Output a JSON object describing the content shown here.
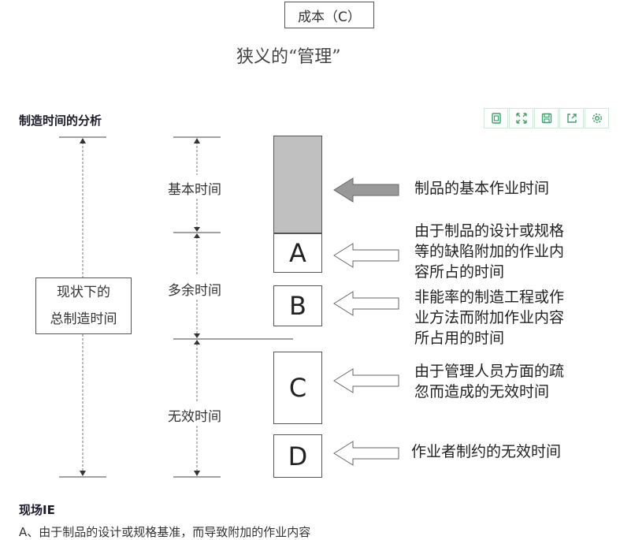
{
  "header": {
    "cost_label": "成本（C）",
    "subtitle": "狭义的“管理”"
  },
  "section": {
    "title": "制造时间的分析"
  },
  "toolbar": {
    "icons": [
      "copy-icon",
      "fullscreen-icon",
      "save-icon",
      "share-icon",
      "settings-icon"
    ],
    "accent": "#3aa36a"
  },
  "diagram": {
    "side_label_line1": "现状下的",
    "side_label_line2": "总制造时间",
    "segments": [
      {
        "label": "基本时间"
      },
      {
        "label": "多余时间"
      },
      {
        "label": "无效时间"
      }
    ],
    "blocks": [
      {
        "letter": "",
        "fill": "#c0c0c0",
        "desc": "制品的基本作业时间"
      },
      {
        "letter": "A",
        "fill": "#ffffff",
        "desc": "由于制品的设计或规格\n等的缺陷附加的作业内\n容所占的时间"
      },
      {
        "letter": "B",
        "fill": "#ffffff",
        "desc": "非能率的制造工程或作\n业方法而附加作业内容\n所占用的时间"
      },
      {
        "letter": "C",
        "fill": "#ffffff",
        "desc": "由于管理人员方面的疏\n忽而造成的无效时间"
      },
      {
        "letter": "D",
        "fill": "#ffffff",
        "desc": "作业者制约的无效时间"
      }
    ]
  },
  "footer": {
    "title": "现场IE",
    "text": "A、由于制品的设计或规格基准，而导致附加的作业内容"
  }
}
